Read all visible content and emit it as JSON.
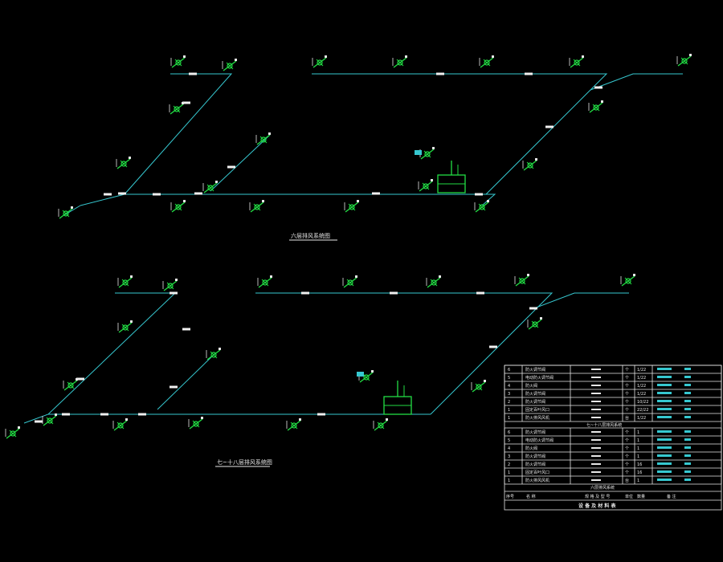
{
  "drawing": {
    "background": "#000000",
    "duct_color": "#36c8d0",
    "device_color": "#22dd44",
    "text_color": "#e8e8e8"
  },
  "captions": {
    "upper": "六层排风系统图",
    "lower": "七~十八层排风系统图"
  },
  "table": {
    "title": "设 备 及 材 料 表",
    "header": {
      "no": "序号",
      "name": "名  称",
      "spec": "规 格 及 型 号",
      "unit": "单位",
      "qty": "数量",
      "remark": "备    注"
    },
    "section_upper": "七~十八层排风系统",
    "section_lower": "六层排风系统",
    "rows_upper": [
      {
        "no": "6",
        "name": "防火调节阀",
        "unit": "个",
        "qty": "1/22"
      },
      {
        "no": "5",
        "name": "电动防火调节阀",
        "unit": "个",
        "qty": "1/22"
      },
      {
        "no": "4",
        "name": "防火阀",
        "unit": "个",
        "qty": "1/22"
      },
      {
        "no": "3",
        "name": "防火调节阀",
        "unit": "个",
        "qty": "1/22"
      },
      {
        "no": "2",
        "name": "防火调节阀",
        "unit": "个",
        "qty": "10/22"
      },
      {
        "no": "1",
        "name": "固定百叶风口",
        "unit": "个",
        "qty": "22/22"
      },
      {
        "no": "1",
        "name": "防火排风风机",
        "unit": "台",
        "qty": "1/22"
      }
    ],
    "rows_lower": [
      {
        "no": "6",
        "name": "防火调节阀",
        "unit": "个",
        "qty": "1"
      },
      {
        "no": "5",
        "name": "电动防火调节阀",
        "unit": "个",
        "qty": "1"
      },
      {
        "no": "4",
        "name": "防火阀",
        "unit": "个",
        "qty": "1"
      },
      {
        "no": "3",
        "name": "防火调节阀",
        "unit": "个",
        "qty": "1"
      },
      {
        "no": "2",
        "name": "防火调节阀",
        "unit": "个",
        "qty": "16"
      },
      {
        "no": "1",
        "name": "固定百叶风口",
        "unit": "个",
        "qty": "16"
      },
      {
        "no": "1",
        "name": "防火排风风机",
        "unit": "台",
        "qty": "1"
      }
    ]
  }
}
